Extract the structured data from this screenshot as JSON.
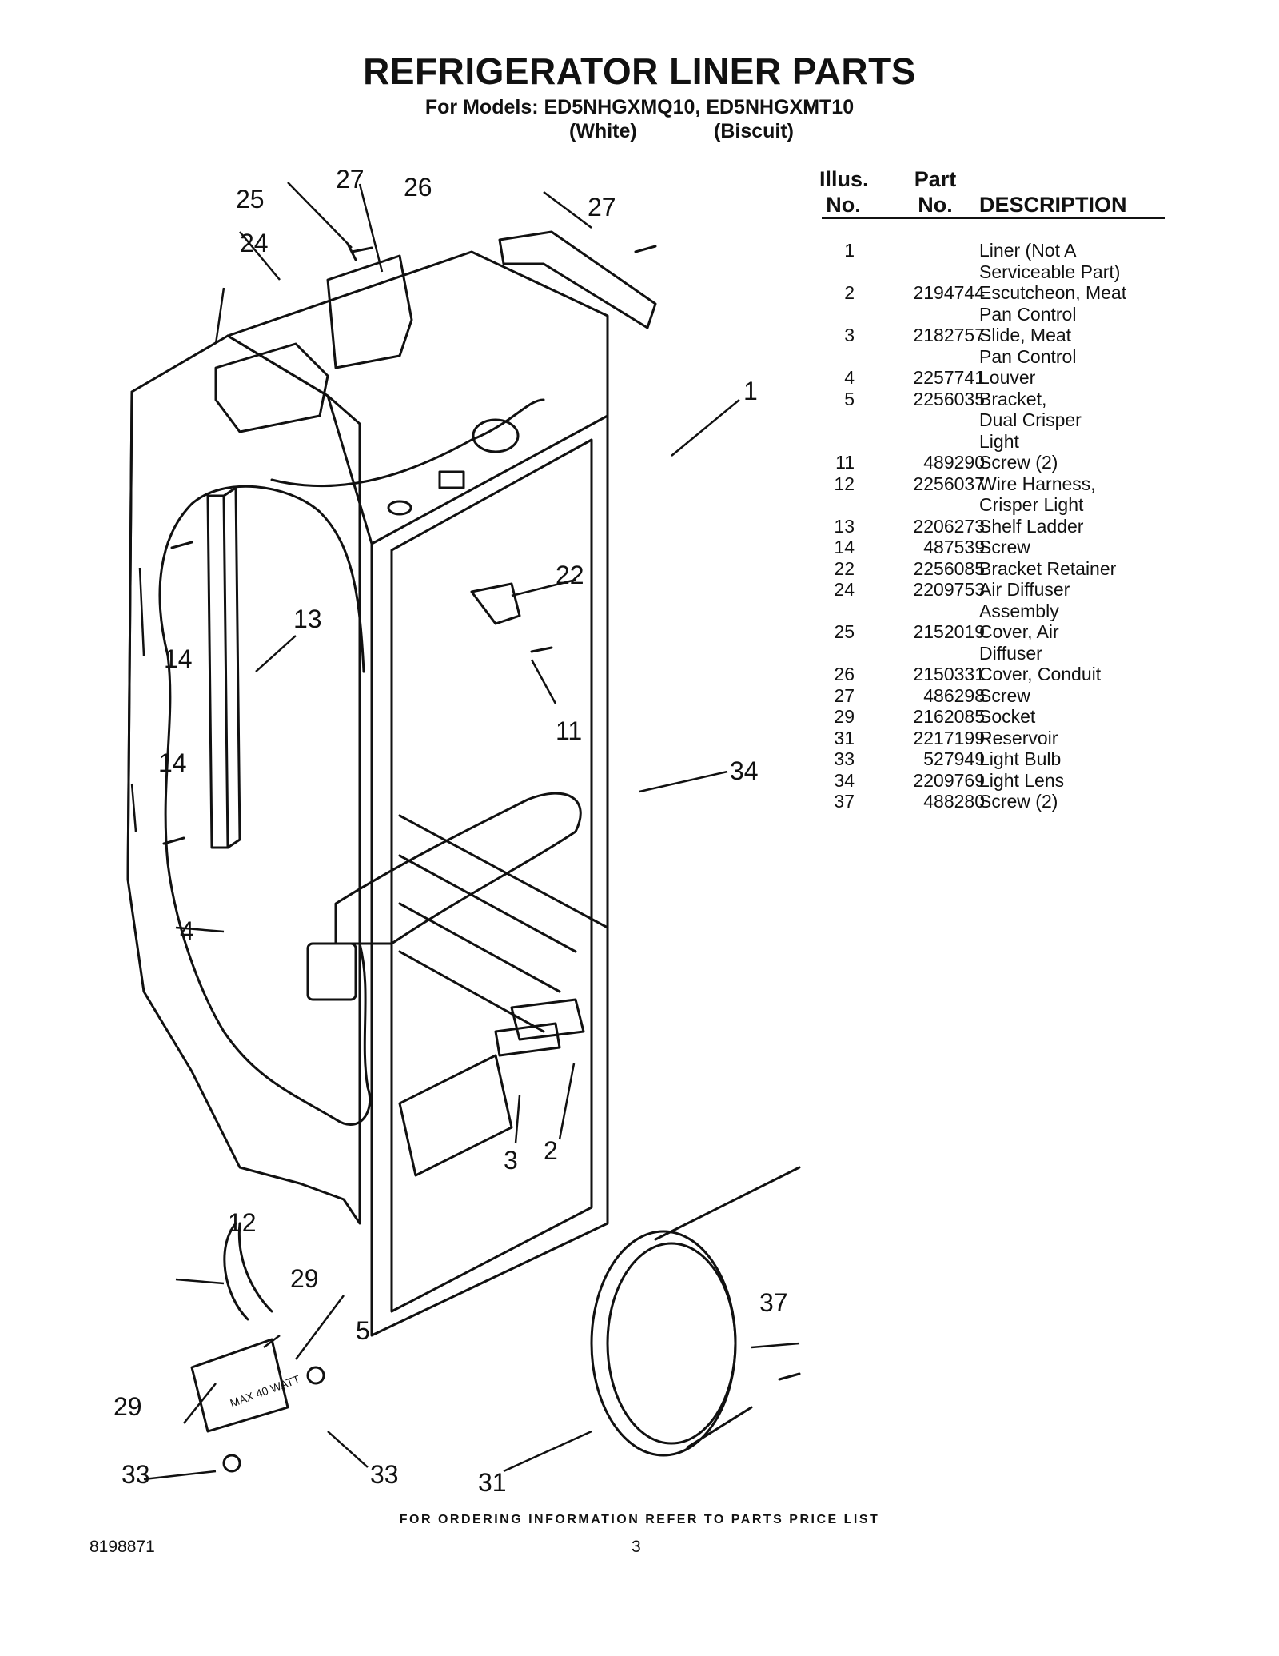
{
  "header": {
    "title": "REFRIGERATOR LINER PARTS",
    "models_line": "For Models: ED5NHGXMQ10, ED5NHGXMT10",
    "variant_1": "(White)",
    "variant_2": "(Biscuit)"
  },
  "table": {
    "headers": {
      "illus_1": "Illus.",
      "illus_2": "No.",
      "part_1": "Part",
      "part_2": "No.",
      "description": "DESCRIPTION"
    },
    "rows": [
      {
        "illus": "1",
        "part": "",
        "desc": "Liner (Not A\nServiceable Part)"
      },
      {
        "illus": "2",
        "part": "2194744",
        "desc": "Escutcheon, Meat\nPan Control"
      },
      {
        "illus": "3",
        "part": "2182757",
        "desc": "Slide, Meat\nPan Control"
      },
      {
        "illus": "4",
        "part": "2257741",
        "desc": "Louver"
      },
      {
        "illus": "5",
        "part": "2256035",
        "desc": "Bracket,\nDual Crisper\nLight"
      },
      {
        "illus": "11",
        "part": "489290",
        "desc": "Screw (2)"
      },
      {
        "illus": "12",
        "part": "2256037",
        "desc": "Wire Harness,\nCrisper Light"
      },
      {
        "illus": "13",
        "part": "2206273",
        "desc": "Shelf Ladder"
      },
      {
        "illus": "14",
        "part": "487539",
        "desc": "Screw"
      },
      {
        "illus": "22",
        "part": "2256085",
        "desc": "Bracket Retainer"
      },
      {
        "illus": "24",
        "part": "2209753",
        "desc": "Air Diffuser\nAssembly"
      },
      {
        "illus": "25",
        "part": "2152019",
        "desc": "Cover, Air\nDiffuser"
      },
      {
        "illus": "26",
        "part": "2150331",
        "desc": "Cover, Conduit"
      },
      {
        "illus": "27",
        "part": "486298",
        "desc": "Screw"
      },
      {
        "illus": "29",
        "part": "2162085",
        "desc": "Socket"
      },
      {
        "illus": "31",
        "part": "2217199",
        "desc": "Reservoir"
      },
      {
        "illus": "33",
        "part": "527949",
        "desc": "Light Bulb"
      },
      {
        "illus": "34",
        "part": "2209769",
        "desc": "Light Lens"
      },
      {
        "illus": "37",
        "part": "488280",
        "desc": "Screw (2)"
      }
    ]
  },
  "diagram": {
    "callouts": [
      "27",
      "26",
      "27",
      "25",
      "24",
      "1",
      "22",
      "13",
      "14",
      "11",
      "14",
      "34",
      "4",
      "3",
      "2",
      "12",
      "29",
      "5",
      "37",
      "29",
      "33",
      "33",
      "31"
    ],
    "max_watt_label": "MAX 40 WATT"
  },
  "footer": {
    "ordering_note": "FOR ORDERING INFORMATION REFER TO PARTS PRICE LIST",
    "doc_number": "8198871",
    "page_number": "3"
  }
}
